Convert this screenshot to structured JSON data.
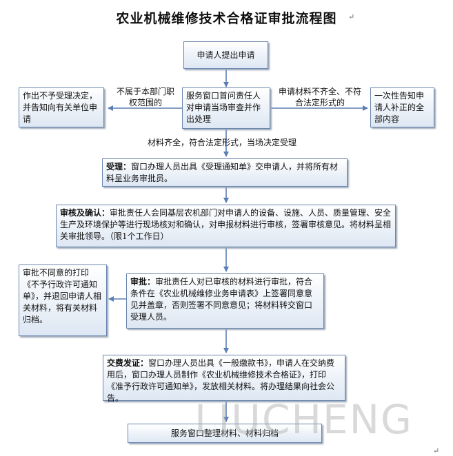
{
  "title": "农业机械维修技术合格证审批流程图",
  "nodes": {
    "apply": "申请人提出申请",
    "reject_left": "作出不予受理决定，并告知向有关单位申请",
    "window_check": "服务窗口首问责任人对申请当场审查并作出处理",
    "notify_right": "一次性告知申请人补正的全部内容",
    "accept": {
      "heading": "受理：",
      "text": "窗口办理人员出具《受理通知单》交申请人，并将所有材料呈业务审批员。"
    },
    "review": {
      "heading": "审核及确认：",
      "text": "审批责任人会同基层农机部门对申请人的设备、设施、人员、质量管理、安全生产及环境保护等进行现场核对和确认，对申报材料进行审核，签署审核意见。将材料呈相关审批领导。（限1个工作日）"
    },
    "disagree": "审批不同意的打印《不予行政许可通知单》，并退回申请人相关材料，将有关材料归档。",
    "approve": {
      "heading": "审批：",
      "text": "审批责任人对已审核的材料进行审批，符合条件在《农业机械维修业务申请表》上签署同意意见并盖章，否则签署不同意意见；将材料转交窗口受理人员。"
    },
    "issue": {
      "heading": "交费发证：",
      "text": "窗口办理人员出具《一般缴款书》，申请人在交纳费用后，窗口办理人员制作《农业机械维修技术合格证》，打印《准予行政许可通知单》，发放相关材料。将办理结果向社会公告。"
    },
    "archive": "服务窗口整理材料、材料归档"
  },
  "edge_labels": {
    "not_in_scope": "不属于本部门职权范围的",
    "incomplete": "申请材料不齐全、不符合法定形式的",
    "complete": "材料齐全，符合法定形式，当场决定受理"
  },
  "watermark": "LIUCHENG",
  "colors": {
    "border": "#6a86ad",
    "fill_top": "#ffffff",
    "fill_bottom": "#dde7f3",
    "arrow": "#5b7fb4"
  }
}
